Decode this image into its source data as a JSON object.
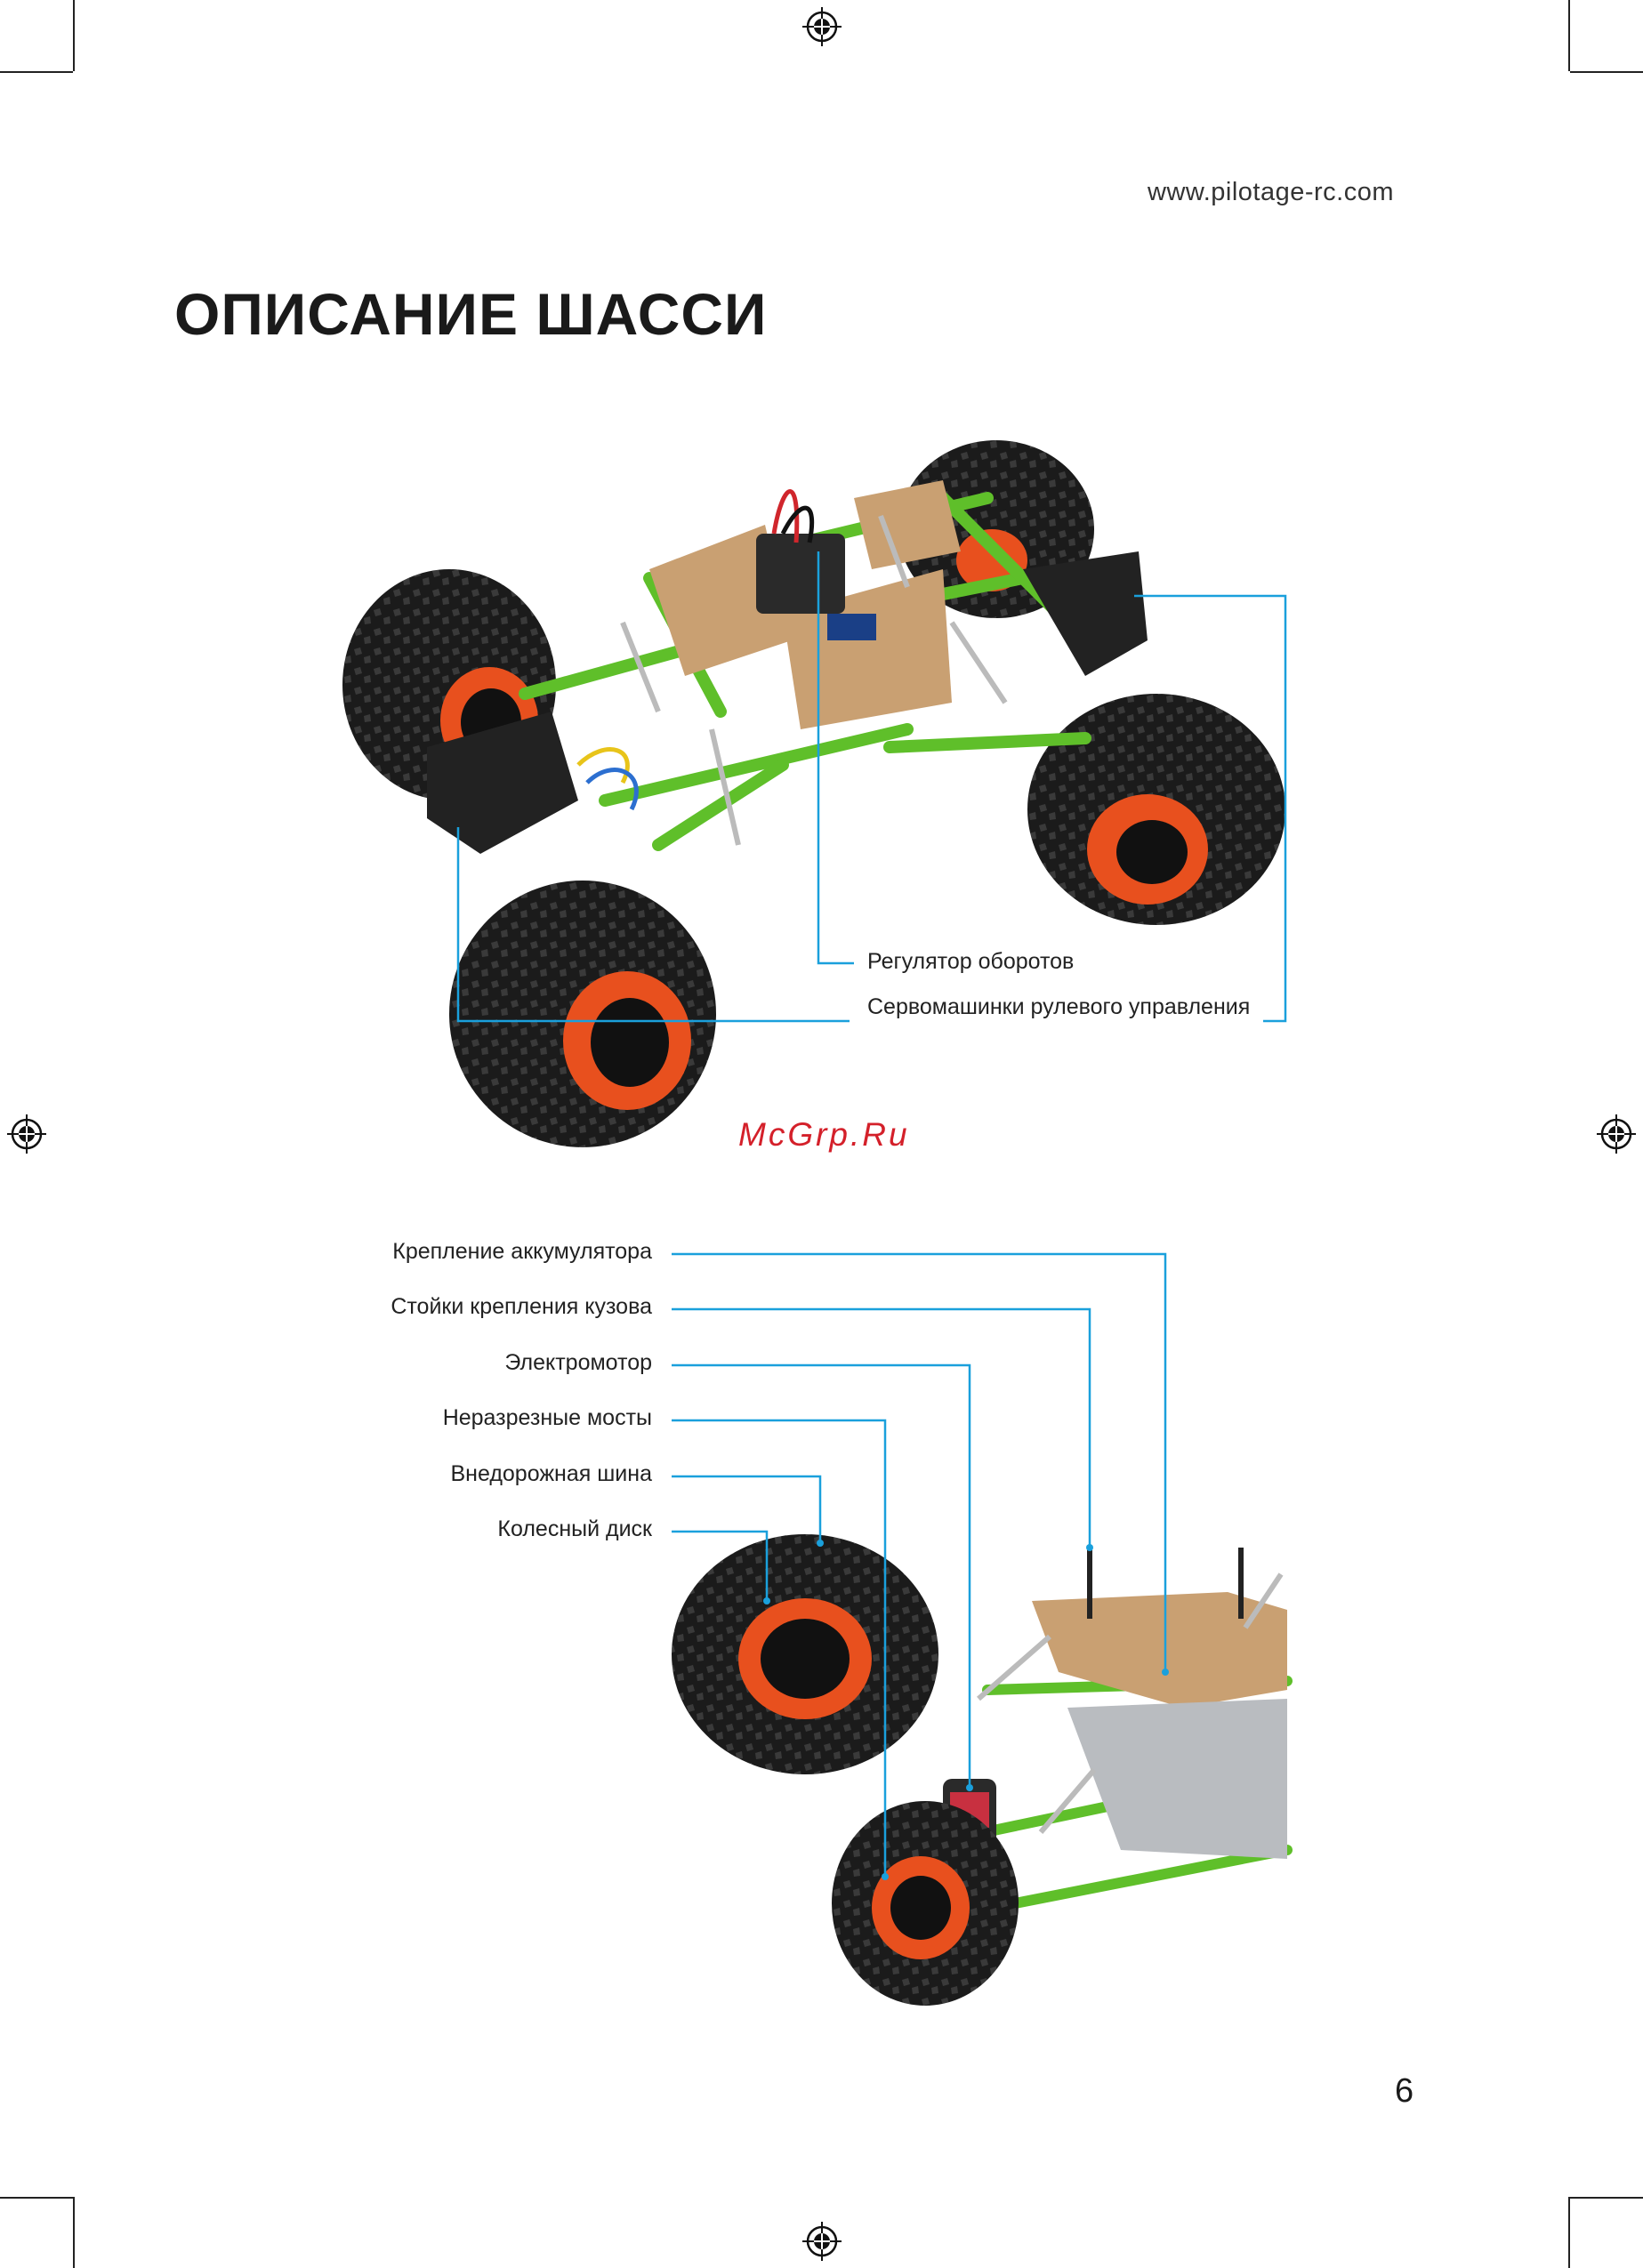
{
  "header": {
    "site_url": "www.pilotage-rc.com"
  },
  "title": "ОПИСАНИЕ ШАССИ",
  "top_photo": {
    "callouts": [
      {
        "label": "Регулятор оборотов"
      },
      {
        "label": "Сервомашинки рулевого управления"
      }
    ]
  },
  "watermark": "McGrp.Ru",
  "bottom_photo": {
    "callouts": [
      {
        "label": "Крепление аккумулятора"
      },
      {
        "label": "Стойки крепления кузова"
      },
      {
        "label": "Электромотор"
      },
      {
        "label": "Неразрезные мосты"
      },
      {
        "label": "Внедорожная шина"
      },
      {
        "label": "Колесный диск"
      }
    ]
  },
  "footer": {
    "page_number": "6"
  },
  "colors": {
    "callout_line": "#1aa0dc",
    "chassis_green": "#5fbf2a",
    "rim_orange": "#e8501e",
    "plate_bronze": "#c9a072",
    "watermark": "#d4202a"
  }
}
